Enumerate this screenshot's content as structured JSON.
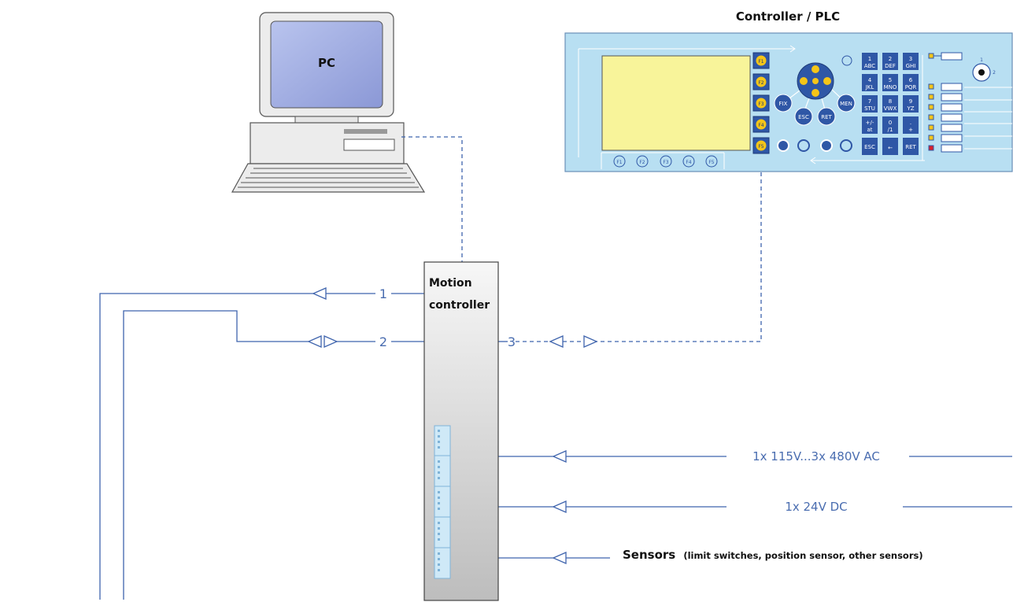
{
  "pc": {
    "label": "PC"
  },
  "plc": {
    "label": "Controller / PLC",
    "function_keys": [
      "F1",
      "F2",
      "F3",
      "F4",
      "F5"
    ],
    "bottom_keys": [
      "F1",
      "F2",
      "F3",
      "F4",
      "F5"
    ],
    "nav_keys": {
      "fix": "FIX",
      "esc": "ESC",
      "ret": "RET",
      "men": "MEN"
    },
    "keypad": [
      {
        "num": "1",
        "sub": "ABC"
      },
      {
        "num": "2",
        "sub": "DEF"
      },
      {
        "num": "3",
        "sub": "GHI"
      },
      {
        "num": "4",
        "sub": "JKL"
      },
      {
        "num": "5",
        "sub": "MNO"
      },
      {
        "num": "6",
        "sub": "PQR"
      },
      {
        "num": "7",
        "sub": "STU"
      },
      {
        "num": "8",
        "sub": "VWX"
      },
      {
        "num": "9",
        "sub": "YZ"
      },
      {
        "num": "+/-",
        "sub": "at"
      },
      {
        "num": "0",
        "sub": "/1"
      },
      {
        "num": ".",
        "sub": "+"
      }
    ],
    "keypad_bottom": {
      "esc": "ESC",
      "arrow": "←",
      "ret": "RET"
    },
    "knob_marks": {
      "one": "1",
      "two": "2"
    }
  },
  "motion_controller": {
    "line1": "Motion",
    "line2": "controller"
  },
  "connections": {
    "c1": "1",
    "c2": "2",
    "c3": "3",
    "power_ac": "1x 115V...3x 480V AC",
    "power_dc": "1x 24V DC",
    "sensors_main": "Sensors",
    "sensors_detail": "(limit switches, position sensor, other sensors)"
  }
}
